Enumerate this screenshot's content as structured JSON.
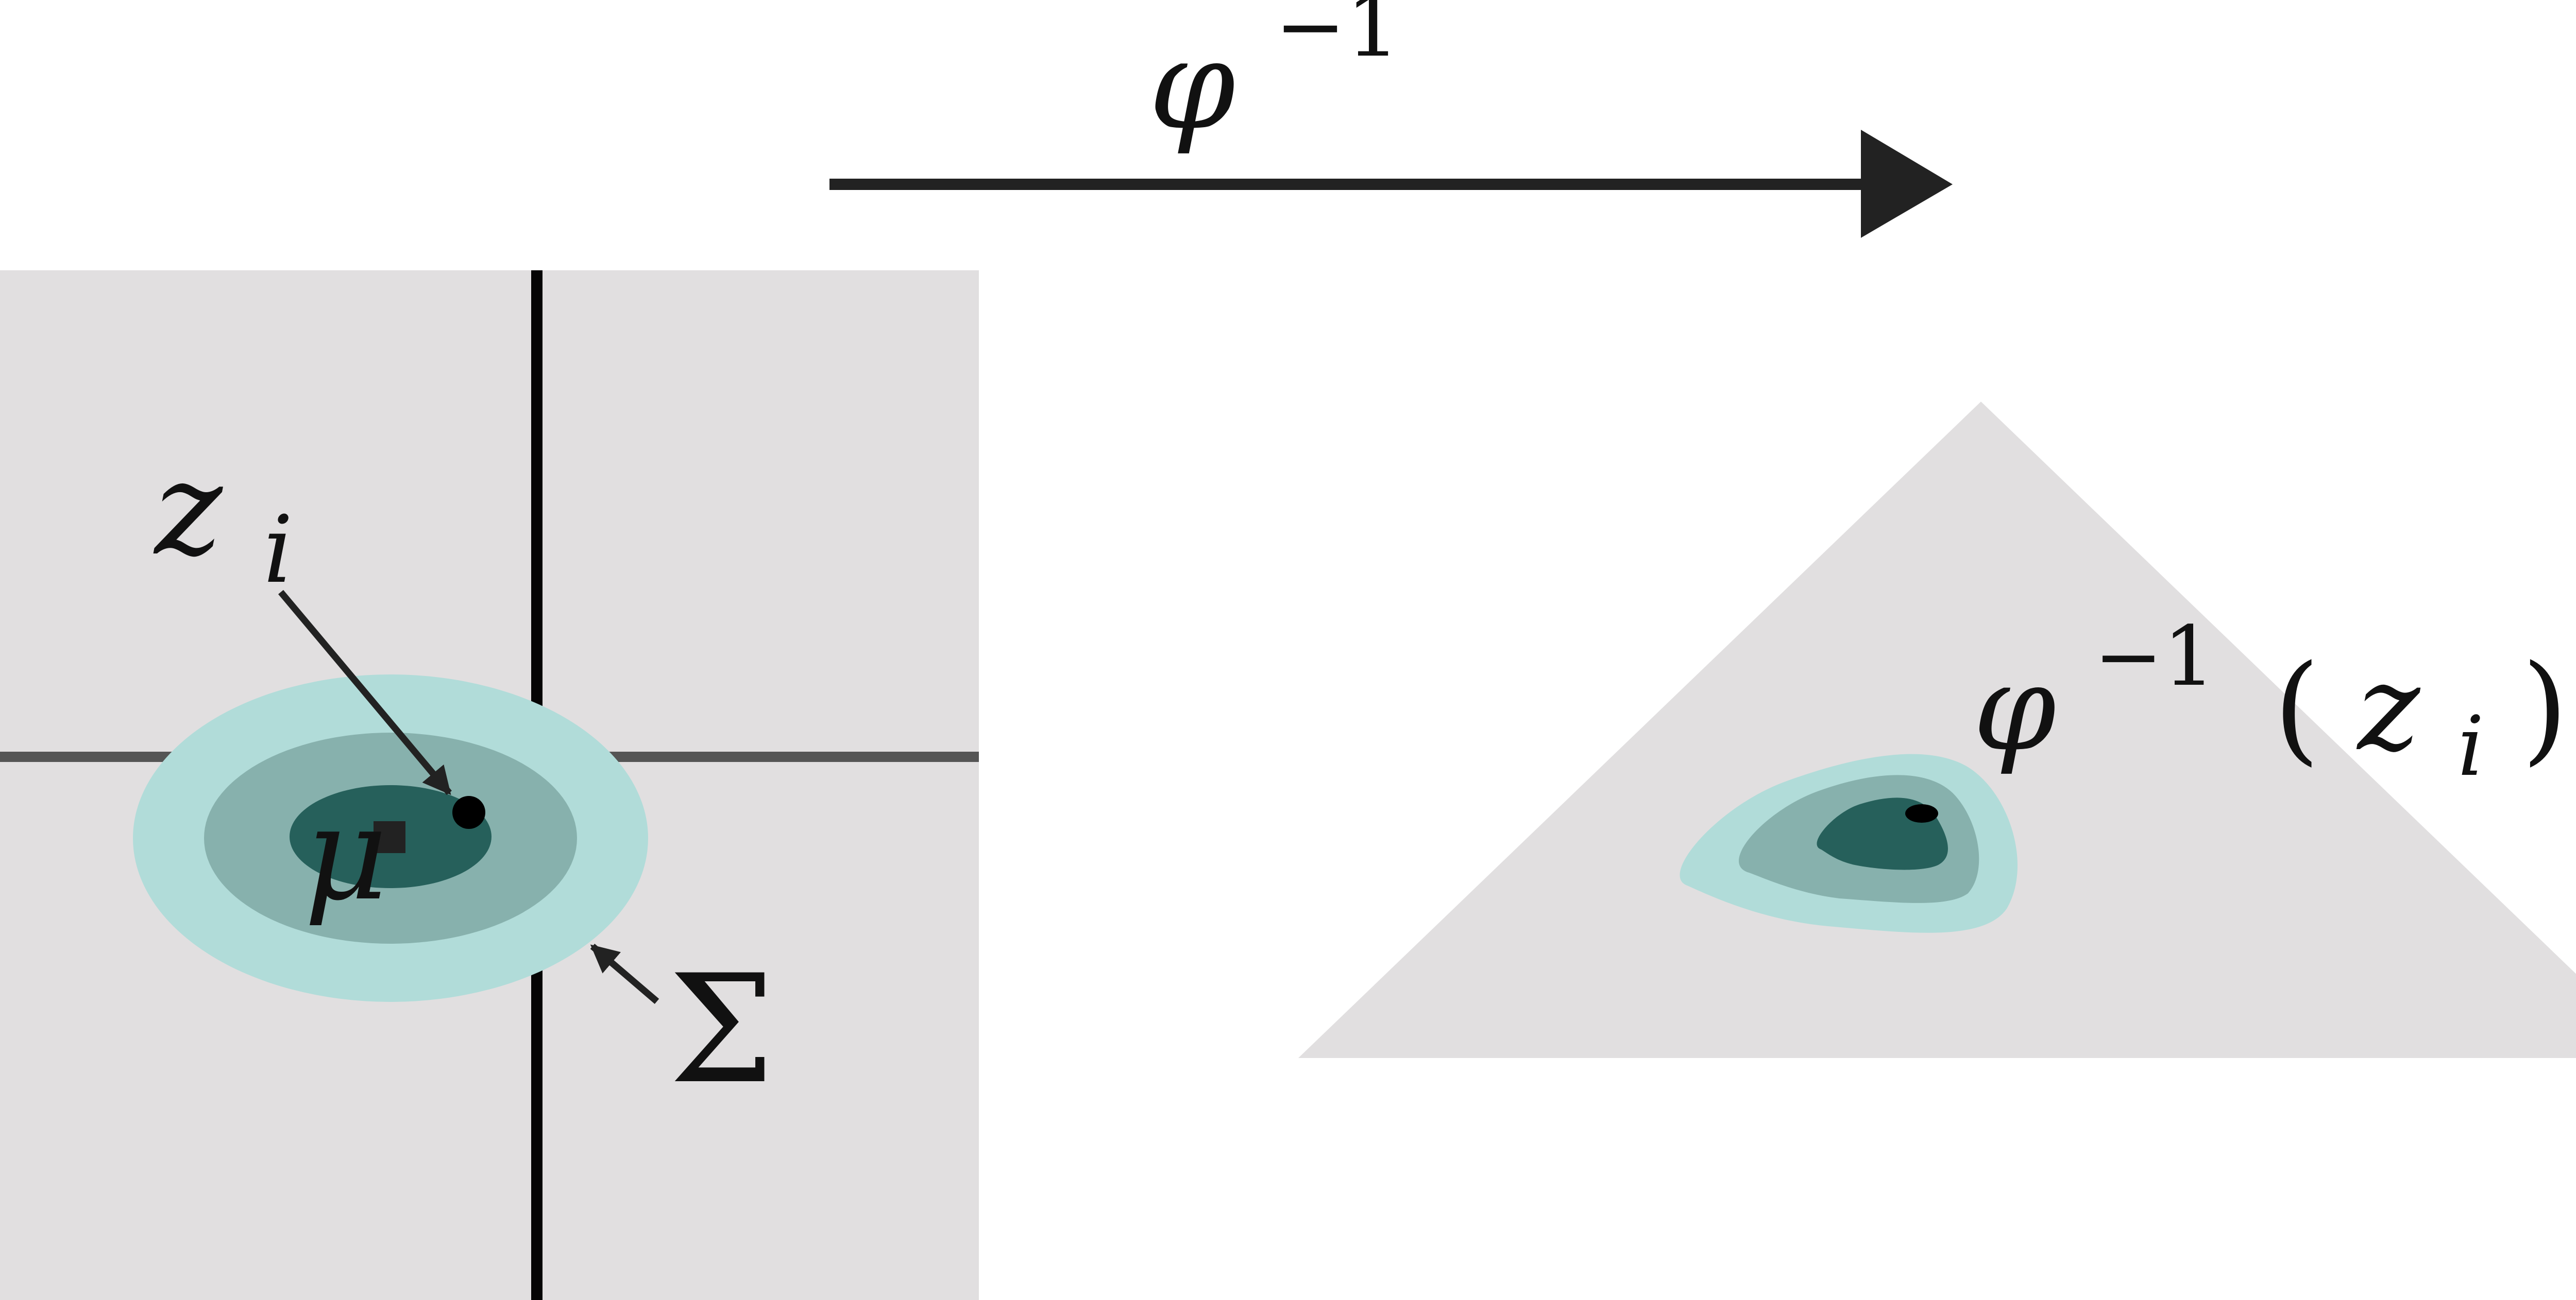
{
  "colors": {
    "background": "#ffffff",
    "domain_fill": "#e1dfe0",
    "axis_vertical": "#050505",
    "axis_horizontal": "#555555",
    "contour_outer": "#b1dcd9",
    "contour_middle": "#87b1ad",
    "contour_inner": "#26605b",
    "arrow": "#222222",
    "marker": "#000000"
  },
  "map_arrow": {
    "label_symbol": "φ",
    "label_superscript": "−1"
  },
  "latent_space": {
    "point_label_base": "z",
    "point_label_subscript": "i",
    "mean_label": "μ",
    "covariance_label": "Σ"
  },
  "simplex": {
    "label_symbol": "φ",
    "label_superscript": "−1",
    "label_open_paren": "(",
    "label_arg_base": "z",
    "label_arg_subscript": "i",
    "label_close_paren": ")"
  },
  "icons": {
    "mean_marker": "filled-square",
    "point_marker": "filled-circle",
    "mapped_point_marker": "filled-ellipse"
  }
}
